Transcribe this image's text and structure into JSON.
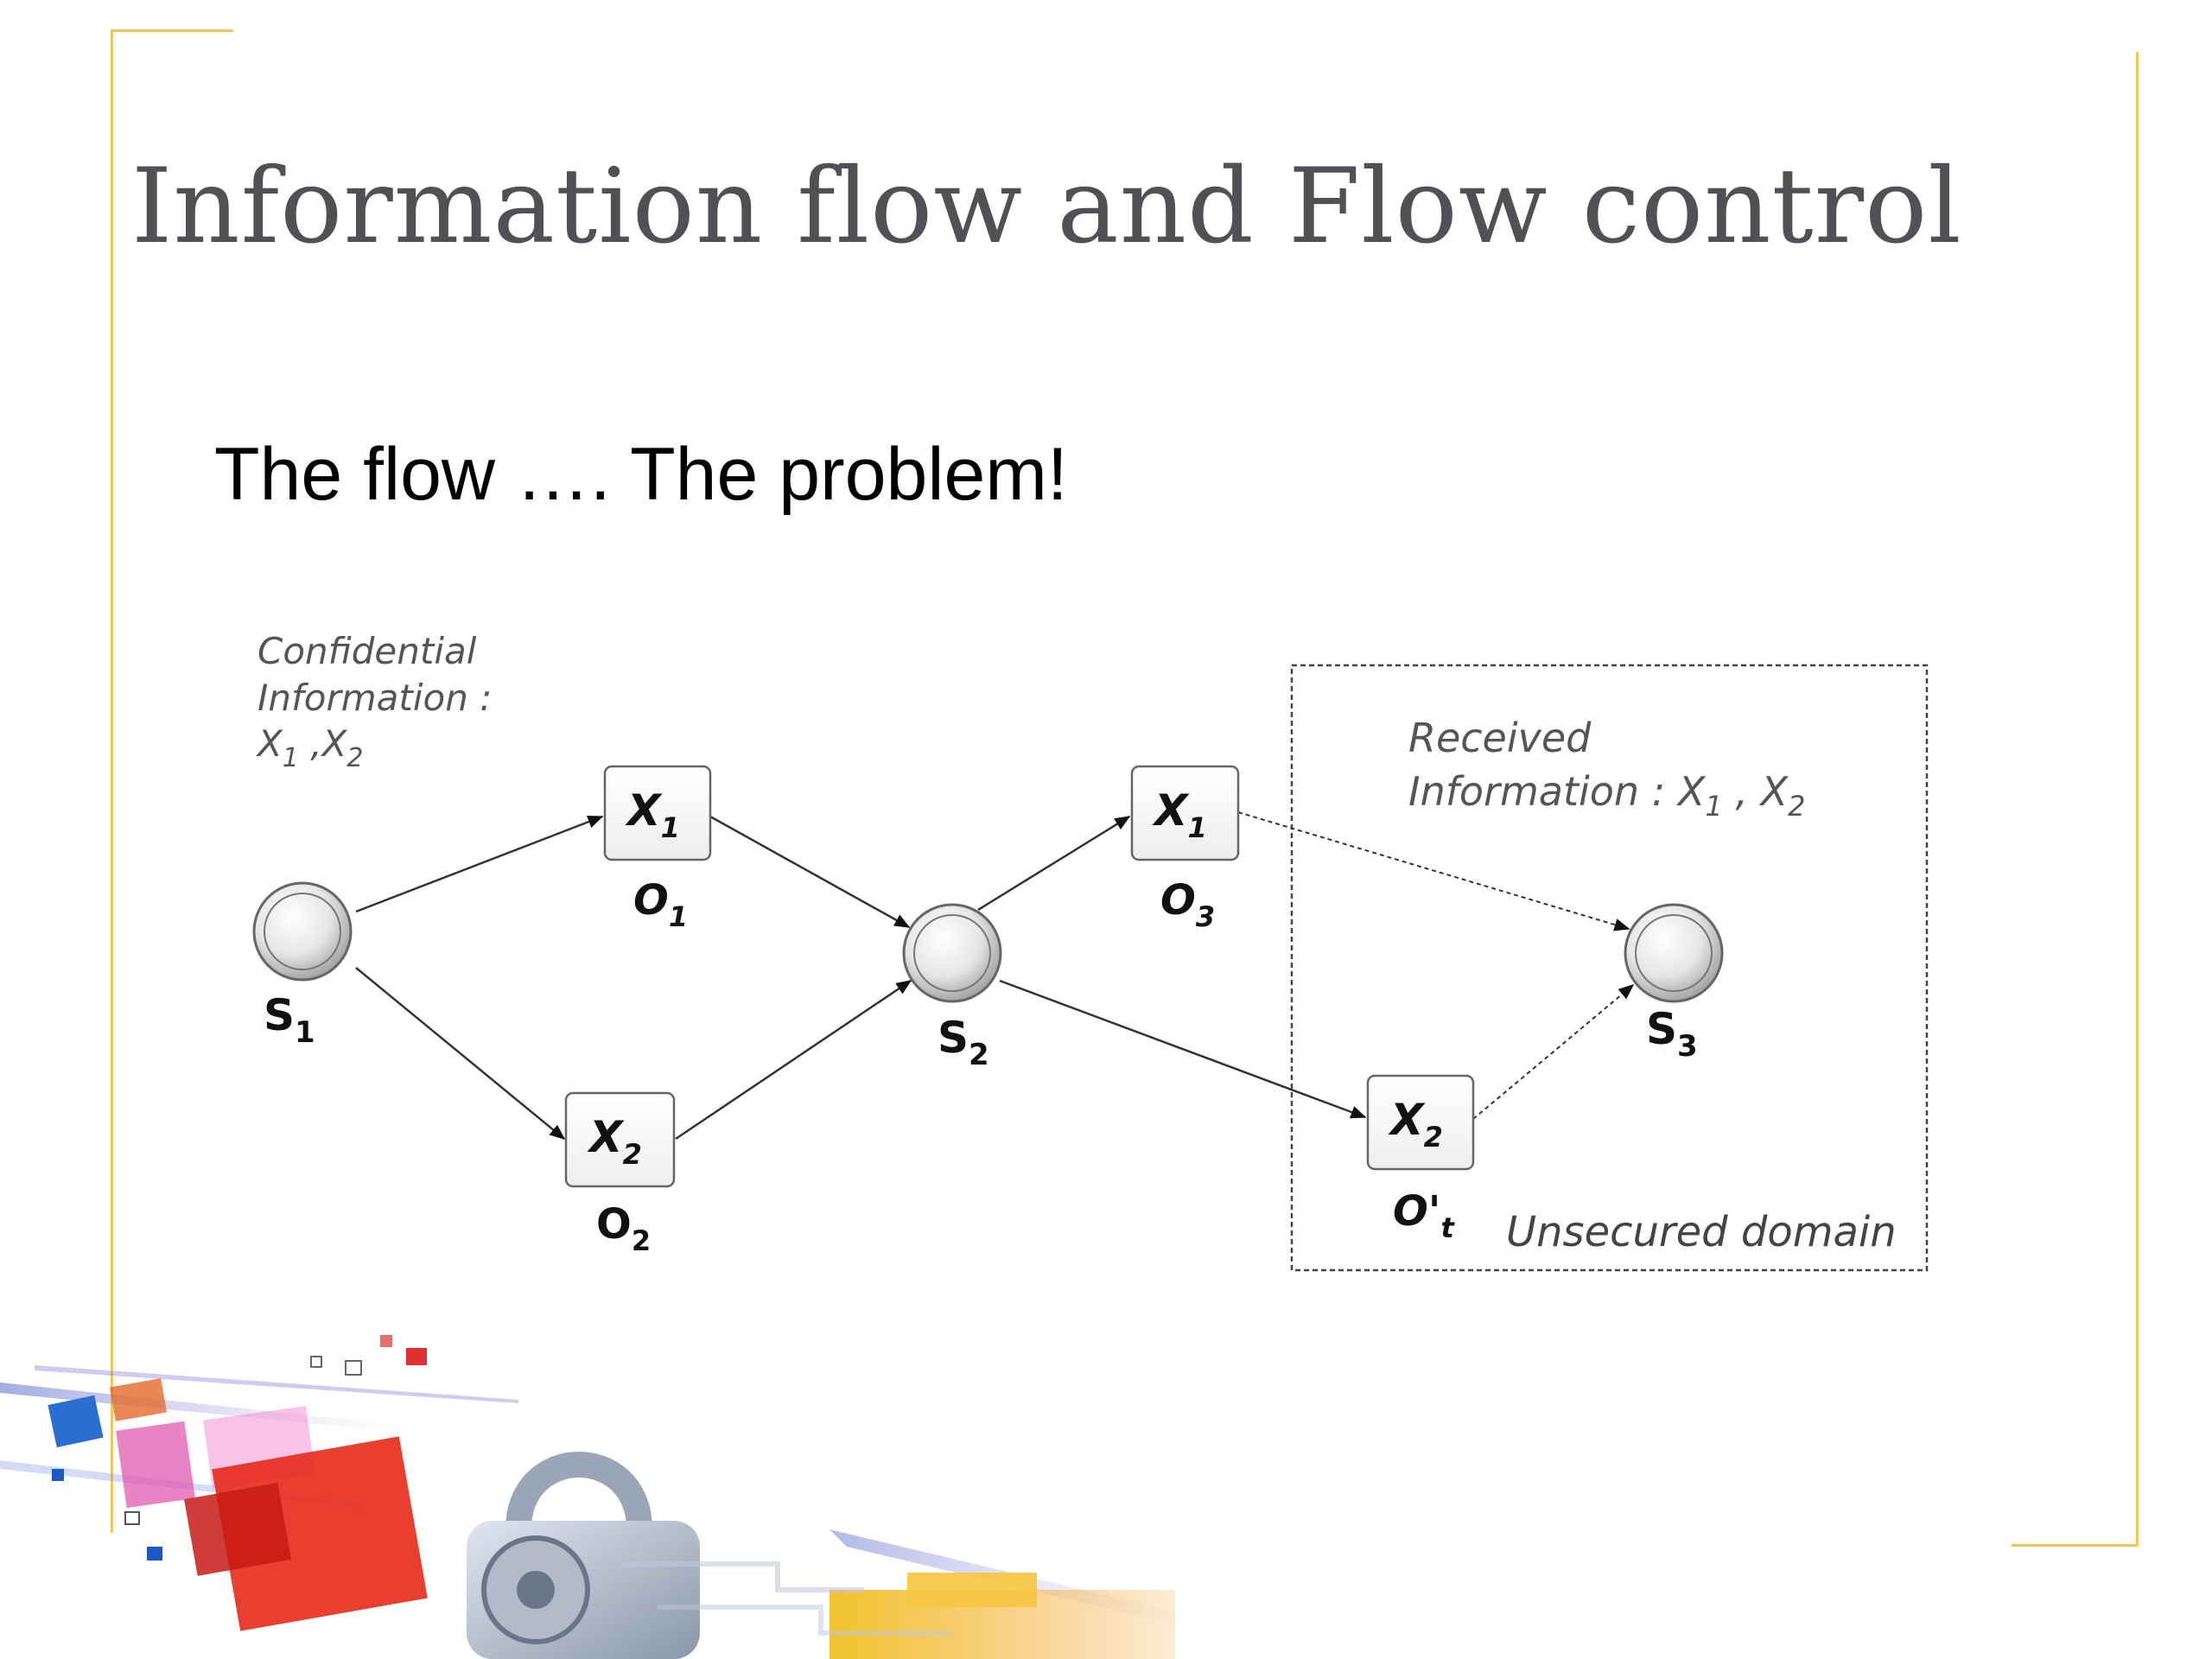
{
  "slide": {
    "title": "Information flow and Flow control",
    "subtitle": "The flow …. The problem!"
  },
  "diagram": {
    "confidential_note": {
      "line1": "Confidential",
      "line2": "Information :",
      "x1_base": "X",
      "x1_sub": "1",
      "comma": " ,",
      "x2_base": "X",
      "x2_sub": "2"
    },
    "received_note": {
      "line1": "Received",
      "line2": "Information : ",
      "x1_base": "X",
      "x1_sub": "1",
      "comma": " , ",
      "x2_base": "X",
      "x2_sub": "2"
    },
    "domain_label": "Unsecured domain",
    "subjects": [
      {
        "base": "S",
        "sub": "1"
      },
      {
        "base": "S",
        "sub": "2"
      },
      {
        "base": "S",
        "sub": "3"
      }
    ],
    "objects": [
      {
        "content_base": "X",
        "content_sub": "1",
        "label_base": "O",
        "label_sub": "1"
      },
      {
        "content_base": "X",
        "content_sub": "2",
        "label_base": "O",
        "label_sub": "2"
      },
      {
        "content_base": "X",
        "content_sub": "1",
        "label_base": "O",
        "label_sub": "3"
      },
      {
        "content_base": "X",
        "content_sub": "2",
        "label_base": "O'",
        "label_sub": "t"
      }
    ]
  },
  "colors": {
    "accent_frame": "#f0c75a",
    "title_text": "#505055",
    "note_text": "#555555",
    "line": "#222222"
  }
}
